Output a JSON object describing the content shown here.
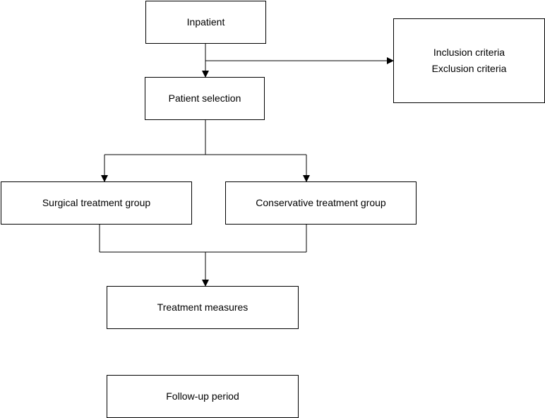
{
  "nodes": {
    "inpatient": "Inpatient",
    "criteria": {
      "inclusion": "Inclusion criteria",
      "exclusion": "Exclusion criteria"
    },
    "patient_selection": "Patient selection",
    "surgical_group": "Surgical treatment group",
    "conservative_group": "Conservative treatment group",
    "treatment_measures": "Treatment measures",
    "follow_up": "Follow-up period"
  },
  "colors": {
    "line": "#000000",
    "box_border": "#000000",
    "background": "#ffffff"
  }
}
